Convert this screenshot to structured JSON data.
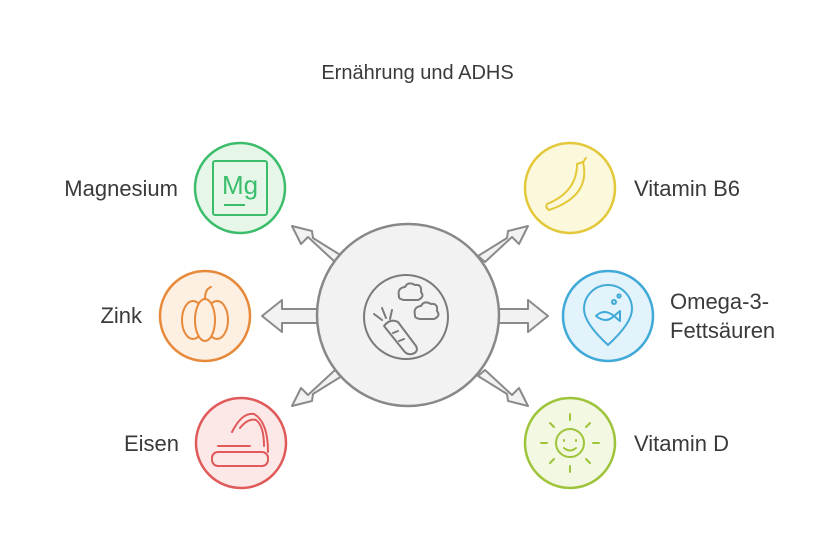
{
  "title": "Ernährung und ADHS",
  "center": {
    "icon": "vegetables-icon"
  },
  "nodes": [
    {
      "id": "magnesium",
      "label": "Magnesium",
      "icon": "magnesium-element-icon",
      "symbol": "Mg",
      "stroke": "#3cbd6b",
      "fill": "#e6f7ea"
    },
    {
      "id": "zink",
      "label": "Zink",
      "icon": "pumpkin-icon",
      "stroke": "#e8893a",
      "fill": "#fdefe2"
    },
    {
      "id": "eisen",
      "label": "Eisen",
      "icon": "spinach-icon",
      "stroke": "#e05a5a",
      "fill": "#fde8e8"
    },
    {
      "id": "vitamin-b6",
      "label": "Vitamin B6",
      "icon": "banana-icon",
      "stroke": "#e3c93a",
      "fill": "#fcf8dc"
    },
    {
      "id": "omega-3",
      "label_line1": "Omega-3-",
      "label_line2": "Fettsäuren",
      "icon": "fish-icon",
      "stroke": "#3fa9d8",
      "fill": "#e3f3fb"
    },
    {
      "id": "vitamin-d",
      "label": "Vitamin D",
      "icon": "sun-icon",
      "stroke": "#9dc43a",
      "fill": "#f2f8e1"
    }
  ],
  "colors": {
    "hub_fill": "#f2f2f2",
    "hub_stroke": "#888888",
    "arrow_fill": "#f2f2f2",
    "arrow_stroke": "#8a8a8a"
  }
}
